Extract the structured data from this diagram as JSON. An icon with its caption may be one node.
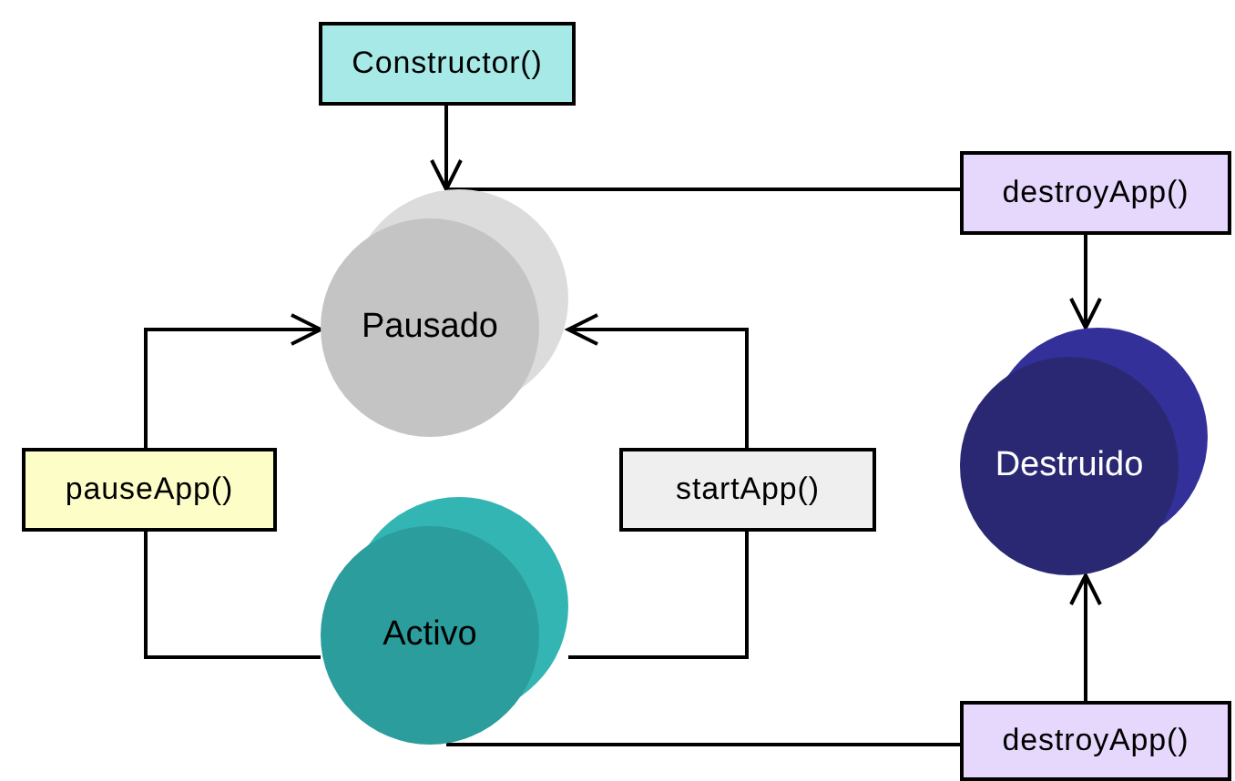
{
  "diagram": {
    "nodes": [
      {
        "text": [
          "Constructor()"
        ]
      },
      {
        "text": [
          "destroyApp()"
        ]
      },
      {
        "text": [
          "Pausado"
        ]
      },
      {
        "text": [
          "pauseApp()"
        ]
      },
      {
        "text": [
          "startApp()"
        ]
      },
      {
        "text": [
          "Destruido"
        ]
      },
      {
        "text": [
          "Activo"
        ]
      },
      {
        "text": [
          "destroyApp()"
        ]
      }
    ],
    "edges": [
      {
        "from": 0,
        "to": 2,
        "arrow": "to"
      },
      {
        "from": 2,
        "to": 1,
        "arrow": "none"
      },
      {
        "from": 1,
        "to": 5,
        "arrow": "to"
      },
      {
        "from": 6,
        "to": 3,
        "arrow": "none"
      },
      {
        "from": 3,
        "to": 2,
        "arrow": "to"
      },
      {
        "from": 6,
        "to": 4,
        "arrow": "none"
      },
      {
        "from": 4,
        "to": 2,
        "arrow": "to"
      },
      {
        "from": 6,
        "to": 7,
        "arrow": "none"
      },
      {
        "from": 7,
        "to": 5,
        "arrow": "to"
      }
    ]
  }
}
